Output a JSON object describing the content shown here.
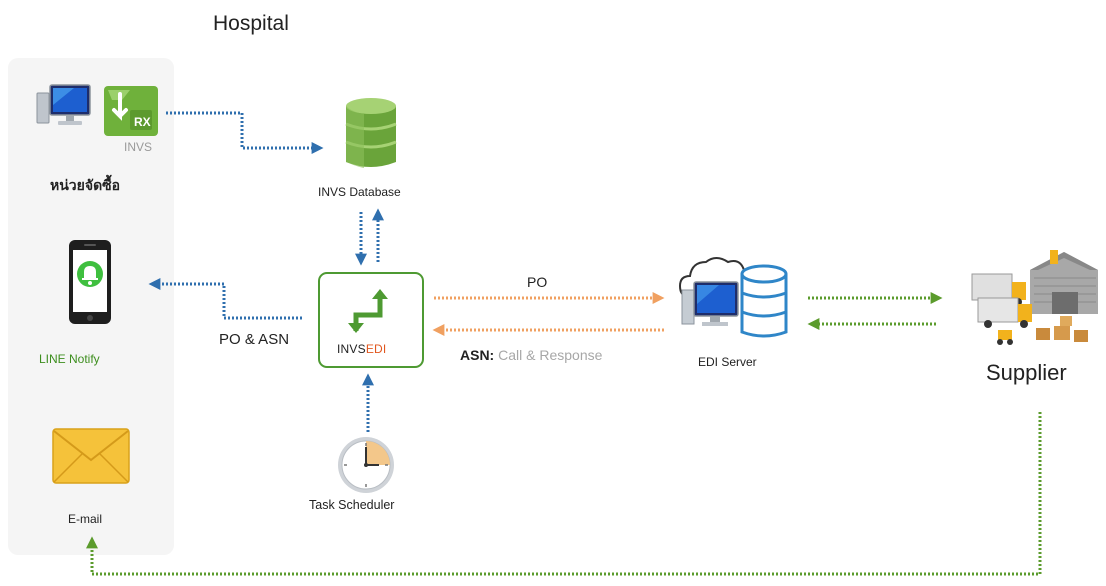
{
  "header": {
    "title": "Hospital"
  },
  "nodes": {
    "invs": {
      "label": "INVS",
      "icon": "invs-rx-icon"
    },
    "purchasing_unit": {
      "label": "หน่วยจัดซื้อ",
      "icon": "computer-monitor-icon"
    },
    "line_notify": {
      "label": "LINE Notify",
      "icon": "smartphone-bell-icon"
    },
    "email": {
      "label": "E-mail",
      "icon": "envelope-icon"
    },
    "database": {
      "label": "INVS Database",
      "icon": "database-icon"
    },
    "invsedi": {
      "label_part1": "INVS",
      "label_part2": "EDI",
      "icon": "exchange-arrows-icon"
    },
    "task_scheduler": {
      "label": "Task Scheduler",
      "icon": "clock-icon"
    },
    "edi_server": {
      "label": "EDI Server",
      "icon": "cloud-server-icon"
    },
    "supplier": {
      "label": "Supplier",
      "icon": "warehouse-trucks-icon"
    }
  },
  "edges": {
    "po_asn": "PO & ASN",
    "po": "PO",
    "asn_key": "ASN:",
    "asn_value": "Call & Response"
  },
  "colors": {
    "blue_connector": "#2f6fae",
    "orange_connector": "#f0a060",
    "green_connector": "#5b9b2c",
    "invsedi_border": "#4e9a32",
    "edi_accent": "#e1571f",
    "line_green": "#3d8e1e"
  }
}
